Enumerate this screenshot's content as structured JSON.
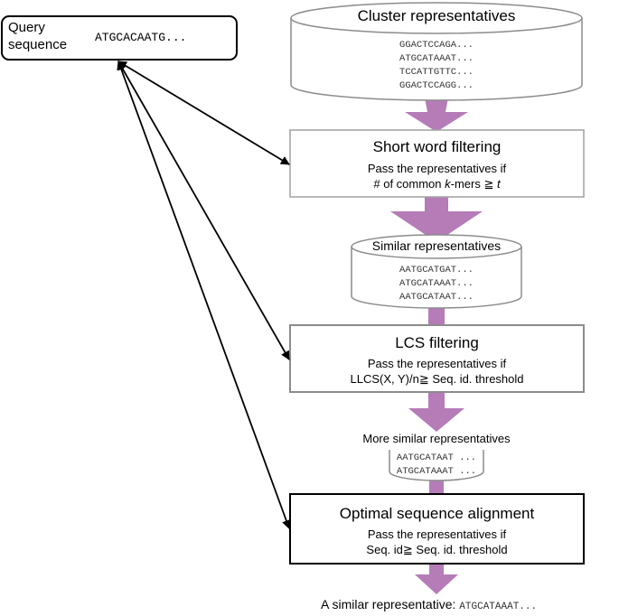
{
  "query": {
    "label_line1": "Query",
    "label_line2": "sequence",
    "sequence": "ATGCACAATG..."
  },
  "cluster": {
    "title": "Cluster representatives",
    "sequences": [
      "GGACTCCAGA...",
      "ATGCATAAAT...",
      "TCCATTGTTC...",
      "GGACTCCAGG..."
    ]
  },
  "short_word": {
    "title": "Short word filtering",
    "line1": "Pass the representatives if",
    "line2_prefix": "# of common ",
    "line2_k": "k",
    "line2_mid": "-mers ≧ ",
    "line2_t": "t"
  },
  "similar": {
    "title": "Similar representatives",
    "sequences": [
      "AATGCATGAT...",
      "ATGCATAAAT...",
      "AATGCATAAT..."
    ]
  },
  "lcs": {
    "title": "LCS filtering",
    "line1": "Pass the representatives if",
    "line2": "LLCS(X, Y)/n≧ Seq. id. threshold"
  },
  "more_similar": {
    "title": "More similar representatives",
    "sequences": [
      "AATGCATAAT ...",
      "ATGCATAAAT ..."
    ]
  },
  "optimal": {
    "title": "Optimal sequence alignment",
    "line1": "Pass the representatives if",
    "line2": "Seq. id≧ Seq. id. threshold"
  },
  "result": {
    "label": "A similar representative: ",
    "sequence": "ATGCATAAAT..."
  },
  "colors": {
    "flow_arrow": "#b57cb8",
    "box_border": "#8c8c8c",
    "strong_border": "#000000"
  }
}
